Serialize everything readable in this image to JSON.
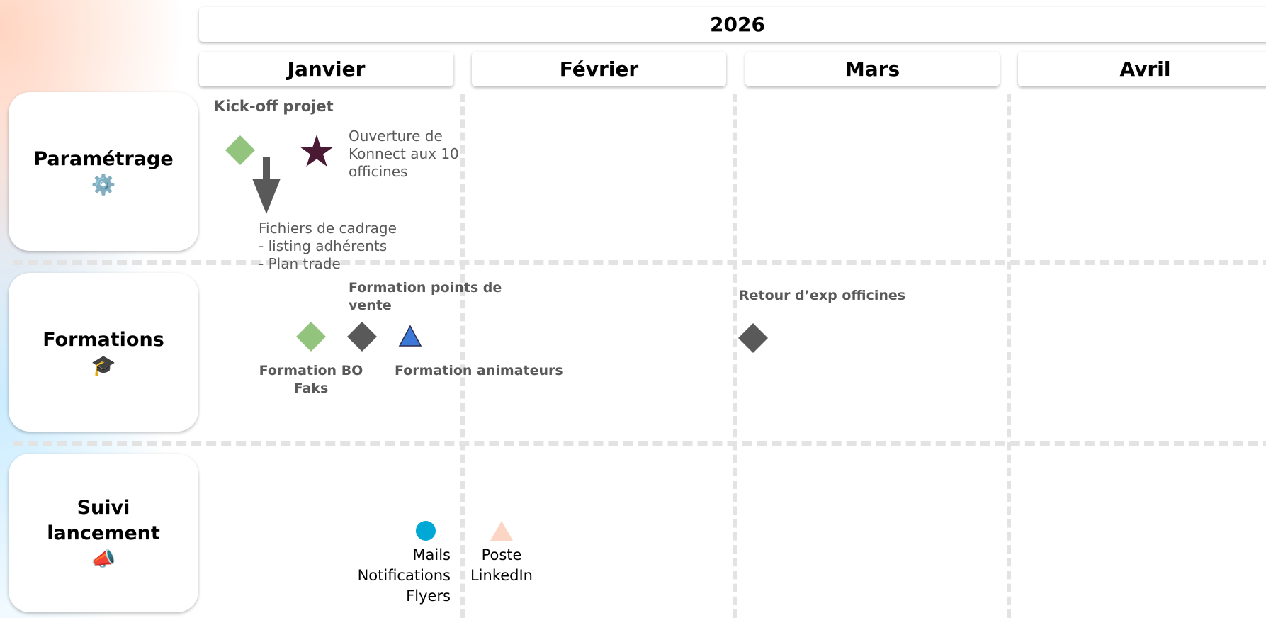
{
  "header": {
    "year": "2026",
    "months": [
      "Janvier",
      "Février",
      "Mars",
      "Avril"
    ]
  },
  "rows": [
    {
      "label": "Paramétrage",
      "icon": "⚙️",
      "icon_name": "gear-icon"
    },
    {
      "label": "Formations",
      "icon": "🎓",
      "icon_name": "graduation-cap-icon"
    },
    {
      "label_line1": "Suivi",
      "label_line2": "lancement",
      "icon": "📣",
      "icon_name": "megaphone-icon"
    }
  ],
  "milestones": {
    "kickoff": {
      "label": "Kick-off projet",
      "color": "#93c47d"
    },
    "ouverture": {
      "line1": "Ouverture de",
      "line2": "Konnect aux 10",
      "line3": "officines",
      "color": "#4a1a35"
    },
    "fichiers": {
      "line1": "Fichiers de cadrage",
      "line2": "- listing adhérents",
      "line3": "- Plan trade",
      "color": "#595959"
    },
    "formation_bo": {
      "line1": "Formation BO",
      "line2": "Faks",
      "color": "#93c47d"
    },
    "formation_pdv": {
      "line1": "Formation points de",
      "line2": "vente",
      "color": "#595959"
    },
    "formation_animateurs": {
      "label": "Formation animateurs",
      "color": "#3c78d8"
    },
    "retour_exp": {
      "label": "Retour d’exp officines",
      "color": "#595959"
    },
    "mails": {
      "line1": "Mails",
      "line2": "Notifications",
      "line3": "Flyers",
      "color": "#00a8d6"
    },
    "poste": {
      "line1": "Poste",
      "line2": "LinkedIn",
      "color": "#fcd5c5"
    }
  }
}
